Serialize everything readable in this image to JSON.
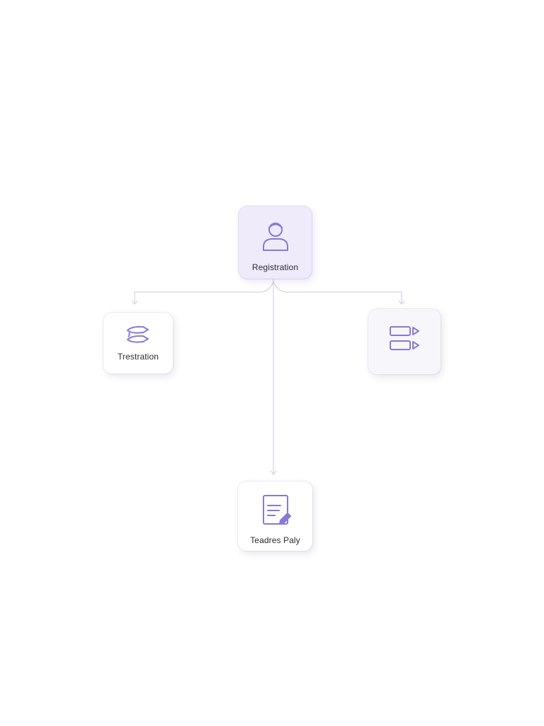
{
  "diagram": {
    "nodes": {
      "registration": {
        "label": "Registration",
        "icon": "user-icon"
      },
      "left": {
        "label": "Trestration",
        "icon": "stacked-layers-icon"
      },
      "right": {
        "label": "",
        "icon": "flow-steps-icon"
      },
      "bottom": {
        "label": "Teadres Paly",
        "icon": "document-edit-icon"
      }
    },
    "colors": {
      "accent": "#8b78d6",
      "primary_fill": "#efebfb",
      "connector": "#d6d3e2"
    }
  }
}
